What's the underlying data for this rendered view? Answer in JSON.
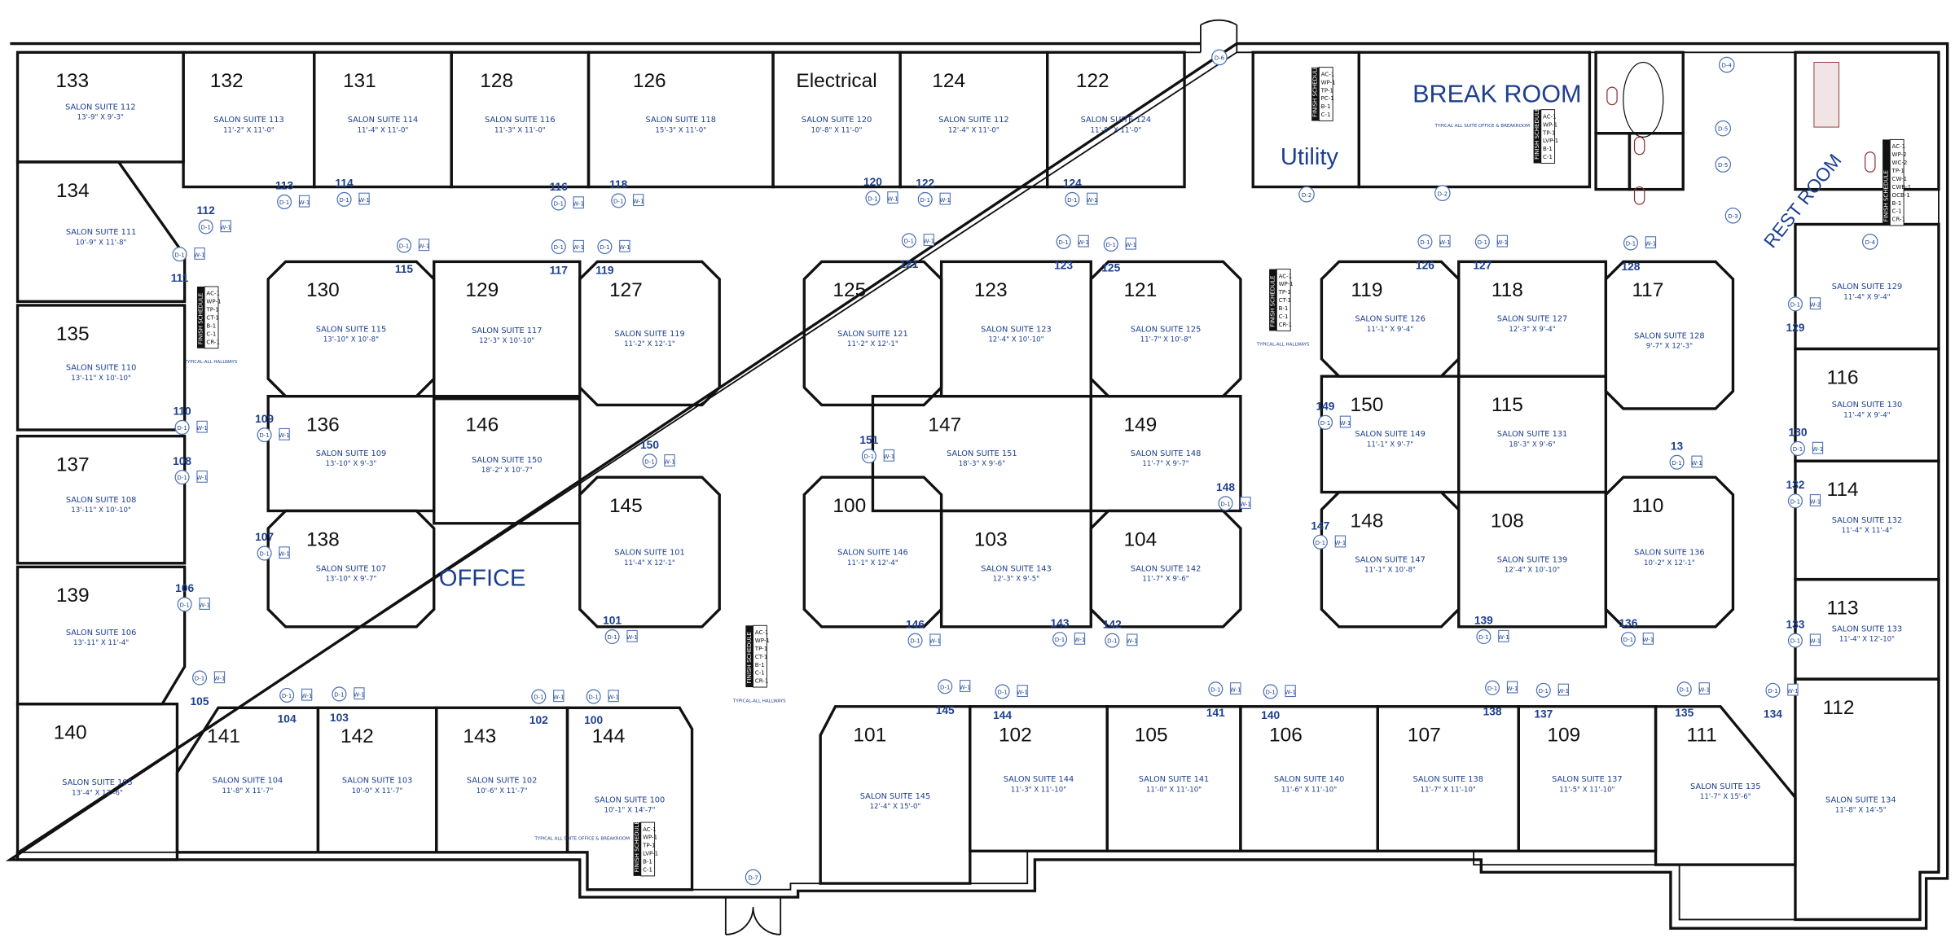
{
  "rooms": [
    {
      "number": "133",
      "suite": "SALON SUITE 112",
      "dims": "13'-9\" X 9'-3\""
    },
    {
      "number": "132",
      "suite": "SALON SUITE 113",
      "dims": "11'-2\" X 11'-0\""
    },
    {
      "number": "131",
      "suite": "SALON SUITE 114",
      "dims": "11'-4\" X 11'-0\""
    },
    {
      "number": "128",
      "suite": "SALON SUITE 116",
      "dims": "11'-3\" X 11'-0\""
    },
    {
      "number": "126",
      "suite": "SALON SUITE 118",
      "dims": "15'-3\" X 11'-0\""
    },
    {
      "number": "Electrical",
      "suite": "SALON SUITE 120",
      "dims": "10'-8\" X 11'-0\""
    },
    {
      "number": "124",
      "suite": "SALON SUITE 112",
      "dims": "12'-4\" X 11'-0\""
    },
    {
      "number": "122",
      "suite": "SALON SUITE 124",
      "dims": "11'-8\" X 11'-0\""
    },
    {
      "number": "134",
      "suite": "SALON SUITE 111",
      "dims": "10'-9\" X 11'-8\""
    },
    {
      "number": "135",
      "suite": "SALON SUITE 110",
      "dims": "13'-11\" X 10'-10\""
    },
    {
      "number": "137",
      "suite": "SALON SUITE 108",
      "dims": "13'-11\" X 10'-10\""
    },
    {
      "number": "139",
      "suite": "SALON SUITE 106",
      "dims": "13'-11\" X 11'-4\""
    },
    {
      "number": "140",
      "suite": "SALON SUITE 105",
      "dims": "13'-4\" X 12'-6\""
    },
    {
      "number": "130",
      "suite": "SALON SUITE 115",
      "dims": "13'-10\" X 10'-8\""
    },
    {
      "number": "129",
      "suite": "SALON SUITE 117",
      "dims": "12'-3\" X 10'-10\""
    },
    {
      "number": "127",
      "suite": "SALON SUITE 119",
      "dims": "11'-2\" X 12'-1\""
    },
    {
      "number": "136",
      "suite": "SALON SUITE 109",
      "dims": "13'-10\" X 9'-3\""
    },
    {
      "number": "146",
      "suite": "SALON SUITE 150",
      "dims": "18'-2\" X 10'-7\""
    },
    {
      "number": "138",
      "suite": "SALON SUITE 107",
      "dims": "13'-10\" X 9'-7\""
    },
    {
      "number": "145",
      "suite": "SALON SUITE 101",
      "dims": "11'-4\" X 12'-1\""
    },
    {
      "number": "125",
      "suite": "SALON SUITE 121",
      "dims": "11'-2\" X 12'-1\""
    },
    {
      "number": "123",
      "suite": "SALON SUITE 123",
      "dims": "12'-4\" X 10'-10\""
    },
    {
      "number": "121",
      "suite": "SALON SUITE 125",
      "dims": "11'-7\" X 10'-8\""
    },
    {
      "number": "147",
      "suite": "SALON SUITE 151",
      "dims": "18'-3\" X 9'-6\""
    },
    {
      "number": "149",
      "suite": "SALON SUITE 148",
      "dims": "11'-7\" X 9'-7\""
    },
    {
      "number": "100",
      "suite": "SALON SUITE 146",
      "dims": "11'-1\" X 12'-4\""
    },
    {
      "number": "103",
      "suite": "SALON SUITE 143",
      "dims": "12'-3\" X 9'-5\""
    },
    {
      "number": "104",
      "suite": "SALON SUITE 142",
      "dims": "11'-7\" X 9'-6\""
    },
    {
      "number": "119",
      "suite": "SALON SUITE 126",
      "dims": "11'-1\" X 9'-4\""
    },
    {
      "number": "118",
      "suite": "SALON SUITE 127",
      "dims": "12'-3\" X 9'-4\""
    },
    {
      "number": "117",
      "suite": "SALON SUITE 128",
      "dims": "9'-7\" X 12'-3\""
    },
    {
      "number": "150",
      "suite": "SALON SUITE 149",
      "dims": "11'-1\" X 9'-7\""
    },
    {
      "number": "115",
      "suite": "SALON SUITE 131",
      "dims": "18'-3\" X 9'-6\""
    },
    {
      "number": "148",
      "suite": "SALON SUITE 147",
      "dims": "11'-1\" X 10'-8\""
    },
    {
      "number": "108",
      "suite": "SALON SUITE 139",
      "dims": "12'-4\" X 10'-10\""
    },
    {
      "number": "110",
      "suite": "SALON SUITE 136",
      "dims": "10'-2\" X 12'-1\""
    },
    {
      "number": "",
      "suite": "SALON SUITE 129",
      "dims": "11'-4\" X 9'-4\""
    },
    {
      "number": "116",
      "suite": "SALON SUITE 130",
      "dims": "11'-4\" X 9'-4\""
    },
    {
      "number": "114",
      "suite": "SALON SUITE 132",
      "dims": "11'-4\" X 11'-4\""
    },
    {
      "number": "113",
      "suite": "SALON SUITE 133",
      "dims": "11'-4\" X 12'-10\""
    },
    {
      "number": "112",
      "suite": "SALON SUITE 134",
      "dims": "11'-8\" X 14'-5\""
    },
    {
      "number": "141",
      "suite": "SALON SUITE 104",
      "dims": "11'-8\" X 11'-7\""
    },
    {
      "number": "142",
      "suite": "SALON SUITE 103",
      "dims": "10'-0\" X 11'-7\""
    },
    {
      "number": "143",
      "suite": "SALON SUITE 102",
      "dims": "10'-6\" X 11'-7\""
    },
    {
      "number": "144",
      "suite": "SALON SUITE 100",
      "dims": "10'-1\" X 14'-7\""
    },
    {
      "number": "101",
      "suite": "SALON SUITE 145",
      "dims": "12'-4\" X 15'-0\""
    },
    {
      "number": "102",
      "suite": "SALON SUITE 144",
      "dims": "11'-3\" X 11'-10\""
    },
    {
      "number": "105",
      "suite": "SALON SUITE 141",
      "dims": "11'-0\" X 11'-10\""
    },
    {
      "number": "106",
      "suite": "SALON SUITE 140",
      "dims": "11'-6\" X 11'-10\""
    },
    {
      "number": "107",
      "suite": "SALON SUITE 138",
      "dims": "11'-7\" X 11'-10\""
    },
    {
      "number": "109",
      "suite": "SALON SUITE 137",
      "dims": "11'-5\" X 11'-10\""
    },
    {
      "number": "111",
      "suite": "SALON SUITE 135",
      "dims": "11'-7\" X 15'-6\""
    }
  ],
  "named_spaces": {
    "break_room": "BREAK ROOM",
    "utility": "Utility",
    "office": "OFFICE",
    "rest_room": "REST ROOM"
  },
  "door_numbers": [
    "113",
    "114",
    "116",
    "118",
    "120",
    "122",
    "124",
    "112",
    "111",
    "110",
    "108",
    "106",
    "105",
    "104",
    "103",
    "102",
    "100",
    "115",
    "117",
    "119",
    "109",
    "107",
    "150",
    "101",
    "121",
    "123",
    "125",
    "151",
    "148",
    "146",
    "143",
    "142",
    "126",
    "127",
    "128",
    "149",
    "147",
    "13",
    "139",
    "136",
    "129",
    "130",
    "132",
    "133",
    "145",
    "144",
    "141",
    "140",
    "138",
    "137",
    "135",
    "134"
  ],
  "door_type_tag": "D-1",
  "window_tag": "W-1",
  "window_tag_alt": "W-2",
  "special_door_tags": [
    "D-6",
    "D-2",
    "D-2",
    "D-4",
    "D-5",
    "D-5",
    "D-3",
    "D-4",
    "D-7"
  ],
  "finish_schedule": {
    "title": "FINISH SCHEDULE",
    "hallway": {
      "items": [
        "AC-1",
        "WP-1",
        "TP-1",
        "CT-1",
        "B-1",
        "C-1",
        "CR-1"
      ],
      "note": "TYPICAL-ALL HALLWAYS"
    },
    "utility": {
      "items": [
        "AC-1",
        "WP-1",
        "TP-1",
        "PC-1",
        "B-1",
        "C-1"
      ]
    },
    "suite": {
      "items": [
        "AC-1",
        "WP-1",
        "TP-1",
        "LVP-1",
        "B-1",
        "C-1"
      ],
      "note": "TYPICAL ALL SUITE OFFICE & BREAKROOM"
    },
    "restroom": {
      "items": [
        "AC-1",
        "WP-2",
        "WC-2",
        "TP-1",
        "CW-1",
        "CWB-1",
        "OCB-1",
        "B-1",
        "C-1",
        "CR-1"
      ]
    }
  }
}
